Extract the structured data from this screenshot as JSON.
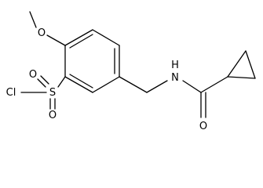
{
  "molecule": {
    "atoms": {
      "methoxy_o": "O",
      "sulfonyl_s": "S",
      "sulfonyl_o_upper": "O",
      "sulfonyl_o_lower": "O",
      "chlorine": "Cl",
      "amide_n": "N",
      "amide_h": "H",
      "carbonyl_o": "O"
    }
  },
  "colors": {
    "bond": "#000000",
    "label": "#000000",
    "background": "#ffffff"
  }
}
